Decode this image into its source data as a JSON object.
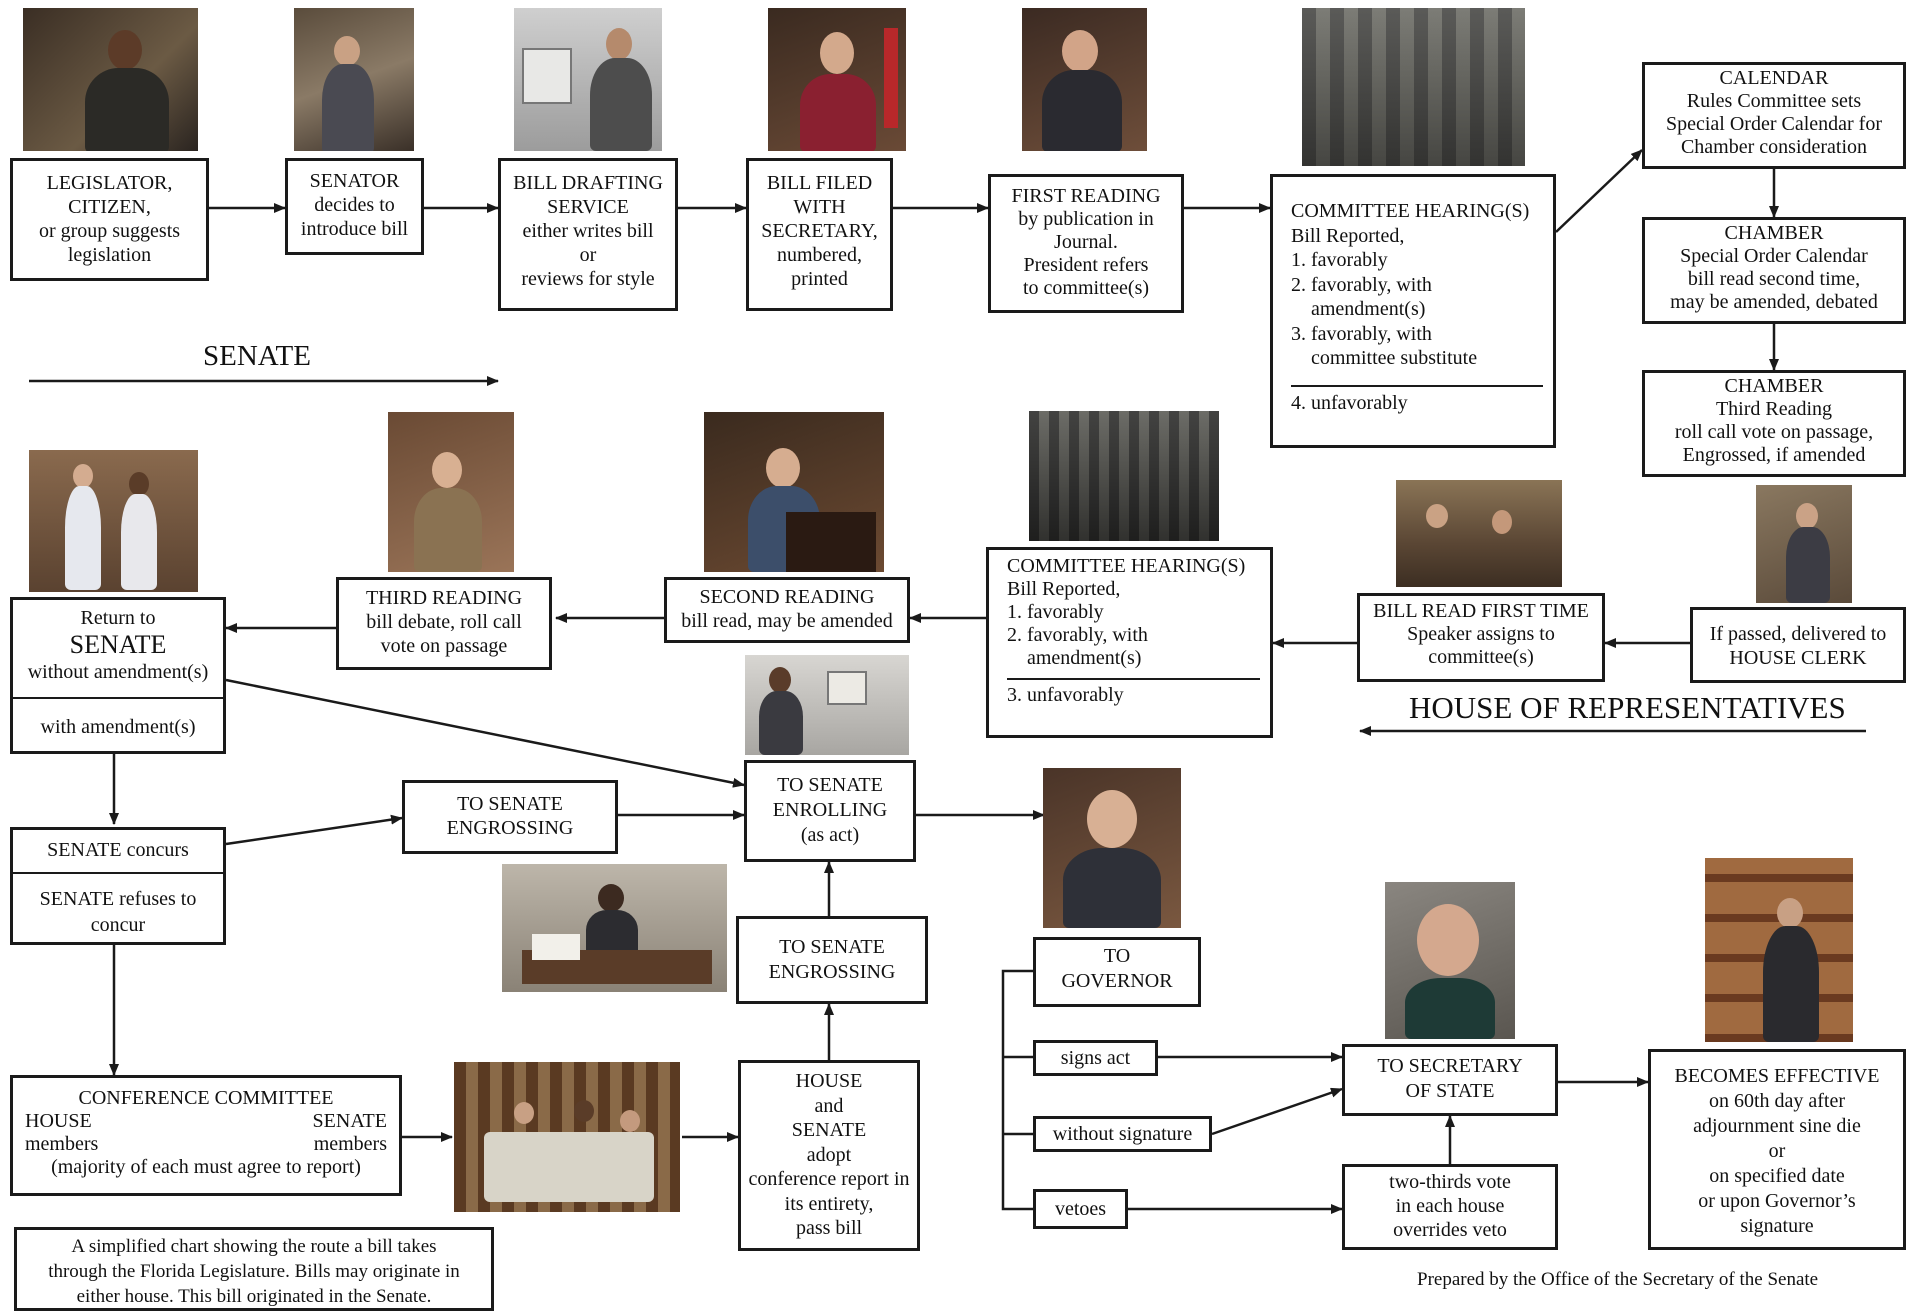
{
  "boxes": {
    "legislator": [
      "LEGISLATOR,",
      "CITIZEN,",
      "or group suggests",
      "legislation"
    ],
    "senator": [
      "SENATOR",
      "decides to",
      "introduce bill"
    ],
    "drafting": [
      "BILL DRAFTING",
      "SERVICE",
      "either writes bill",
      "or",
      "reviews for style"
    ],
    "filed": [
      "BILL FILED",
      "WITH",
      "SECRETARY,",
      "numbered,",
      "printed"
    ],
    "first_reading": [
      "FIRST READING",
      "by publication in",
      "Journal.",
      "President refers",
      "to committee(s)"
    ],
    "committee_senate": {
      "lines": [
        "COMMITTEE HEARING(S)",
        "Bill Reported,",
        "1. favorably",
        "2. favorably, with",
        "amendment(s)",
        "3. favorably, with",
        "committee substitute"
      ],
      "unfavorable": "4. unfavorably"
    },
    "calendar": [
      "CALENDAR",
      "Rules Committee sets",
      "Special Order Calendar for",
      "Chamber consideration"
    ],
    "chamber_second": [
      "CHAMBER",
      "Special Order Calendar",
      "bill read second time,",
      "may be amended, debated"
    ],
    "chamber_third": [
      "CHAMBER",
      "Third Reading",
      "roll call vote on passage,",
      "Engrossed, if amended"
    ],
    "house_clerk": [
      "If passed, delivered to",
      "HOUSE CLERK"
    ],
    "house_first": [
      "BILL READ FIRST TIME",
      "Speaker assigns to",
      "committee(s)"
    ],
    "committee_house": {
      "lines": [
        "COMMITTEE HEARING(S)",
        "Bill Reported,",
        "1. favorably",
        "2. favorably, with",
        "amendment(s)"
      ],
      "unfavorable": "3. unfavorably"
    },
    "second_reading": [
      "SECOND READING",
      "bill read, may be amended"
    ],
    "third_reading": [
      "THIRD READING",
      "bill debate, roll call",
      "vote on passage"
    ],
    "return_senate": {
      "top": "Return to",
      "big": "SENATE",
      "without": "without amendment(s)",
      "with": "with amendment(s)"
    },
    "senate_concurs": {
      "concurs": "SENATE concurs",
      "refuses": [
        "SENATE refuses to",
        "concur"
      ]
    },
    "engrossing_top": [
      "TO SENATE",
      "ENGROSSING"
    ],
    "enrolling": [
      "TO SENATE",
      "ENROLLING",
      "(as act)"
    ],
    "engrossing_mid": [
      "TO SENATE",
      "ENGROSSING"
    ],
    "conference": {
      "title": "CONFERENCE COMMITTEE",
      "left": [
        "HOUSE",
        "members"
      ],
      "right": [
        "SENATE",
        "members"
      ],
      "note": "(majority of each must agree to report)"
    },
    "adopt": [
      "HOUSE",
      "and",
      "SENATE",
      "adopt",
      "conference report in",
      "its entirety,",
      "pass bill"
    ],
    "governor": [
      "TO",
      "GOVERNOR"
    ],
    "signs": [
      "signs act"
    ],
    "without_signature": [
      "without signature"
    ],
    "vetoes": [
      "vetoes"
    ],
    "secretary_state": [
      "TO SECRETARY",
      "OF STATE"
    ],
    "two_thirds": [
      "two-thirds vote",
      "in each house",
      "overrides veto"
    ],
    "effective": [
      "BECOMES EFFECTIVE",
      "on 60th day after",
      "adjournment sine die",
      "or",
      "on specified date",
      "or upon Governor’s",
      "signature"
    ],
    "caption": [
      "A simplified chart showing the route a bill takes",
      "through the Florida Legislature. Bills may originate in",
      "either house. This bill originated in the Senate."
    ]
  },
  "labels": {
    "senate": "SENATE",
    "house": "HOUSE OF REPRESENTATIVES",
    "credit": "Prepared by the Office of the Secretary of the Senate"
  },
  "photos": [
    {
      "id": "legislator-photo",
      "subject": "speaker-at-podium"
    },
    {
      "id": "senator-photo",
      "subject": "senator-speaking"
    },
    {
      "id": "drafting-photo",
      "subject": "woman-at-computer"
    },
    {
      "id": "secretary-photo",
      "subject": "secretary-portrait"
    },
    {
      "id": "president-photo",
      "subject": "president-at-podium"
    },
    {
      "id": "committee-photo",
      "subject": "committee-room"
    },
    {
      "id": "clerk-photo",
      "subject": "clerk-at-desk"
    },
    {
      "id": "house-first-photo",
      "subject": "house-meeting"
    },
    {
      "id": "house-committee-photo",
      "subject": "house-committee-room"
    },
    {
      "id": "second-reading-photo",
      "subject": "woman-reading-at-podium"
    },
    {
      "id": "third-reading-photo",
      "subject": "man-at-lectern"
    },
    {
      "id": "return-photo",
      "subject": "two-men-walking"
    },
    {
      "id": "enrolling-photo",
      "subject": "woman-at-terminal"
    },
    {
      "id": "engrossing-photo",
      "subject": "woman-with-papers"
    },
    {
      "id": "governor-photo",
      "subject": "governor-portrait"
    },
    {
      "id": "secretary-state-photo",
      "subject": "secretary-of-state-portrait"
    },
    {
      "id": "library-photo",
      "subject": "woman-reading-book"
    },
    {
      "id": "conference-photo",
      "subject": "conference-meeting"
    }
  ],
  "colors": {
    "stroke": "#1a1a1a"
  }
}
